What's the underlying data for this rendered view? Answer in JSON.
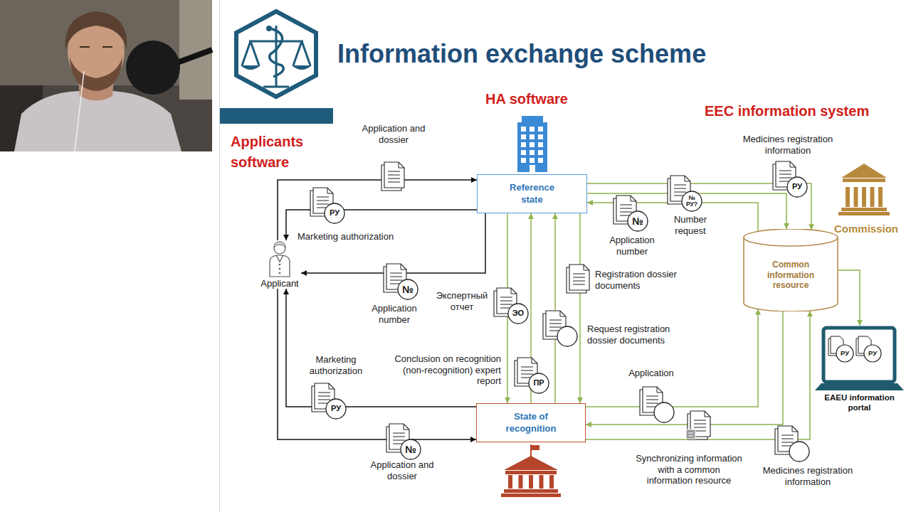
{
  "diagram": {
    "title": "Information exchange scheme",
    "nodes": [
      {
        "text": [
          "Reference state"
        ]
      },
      {
        "text": [
          "Applicant"
        ]
      },
      {
        "text": [
          "Common information resource"
        ]
      },
      {
        "text": [
          "State of recognition"
        ]
      },
      {
        "text": [
          "EAEU information portal"
        ]
      }
    ],
    "edges": [
      {
        "from": 1,
        "to": 0,
        "label": "Application and dossier",
        "arrow": "to"
      },
      {
        "from": 0,
        "to": 1,
        "label": "Marketing authorization",
        "arrow": "to"
      },
      {
        "from": 0,
        "to": 1,
        "label": "Application number",
        "arrow": "to"
      },
      {
        "from": 3,
        "to": 1,
        "label": "Marketing authorization",
        "arrow": "to"
      },
      {
        "from": 1,
        "to": 3,
        "label": "Application and dossier",
        "arrow": "to"
      },
      {
        "from": 0,
        "to": 3,
        "label": "Экспертный отчет",
        "arrow": "to"
      },
      {
        "from": 3,
        "to": 0,
        "label": "Conclusion on recognition (non-recognition) expert report",
        "arrow": "to"
      },
      {
        "from": 3,
        "to": 0,
        "label": "Request registration dossier documents",
        "arrow": "to"
      },
      {
        "from": 0,
        "to": 3,
        "label": "Registration dossier documents",
        "arrow": "to"
      },
      {
        "from": 0,
        "to": 2,
        "label": "Medicines registration information",
        "arrow": "to"
      },
      {
        "from": 0,
        "to": 2,
        "label": "Number request",
        "arrow": "to"
      },
      {
        "from": 2,
        "to": 0,
        "label": "Application number",
        "arrow": "to"
      },
      {
        "from": 3,
        "to": 2,
        "label": "Application",
        "arrow": "to"
      },
      {
        "from": 2,
        "to": 3,
        "label": "Synchronizing information with a common information resource",
        "arrow": "to"
      },
      {
        "from": 3,
        "to": 2,
        "label": "Medicines registration information",
        "arrow": "to"
      },
      {
        "from": 2,
        "to": 4,
        "arrow": "to"
      }
    ],
    "labels": [
      "HA software",
      "EEC information system",
      "Applicants software",
      "Commission",
      "РУ",
      "№",
      "РУ",
      "№",
      "ЭО",
      "ПР",
      "№",
      "№ РУ?",
      "РУ",
      "РУ",
      "РУ"
    ]
  }
}
